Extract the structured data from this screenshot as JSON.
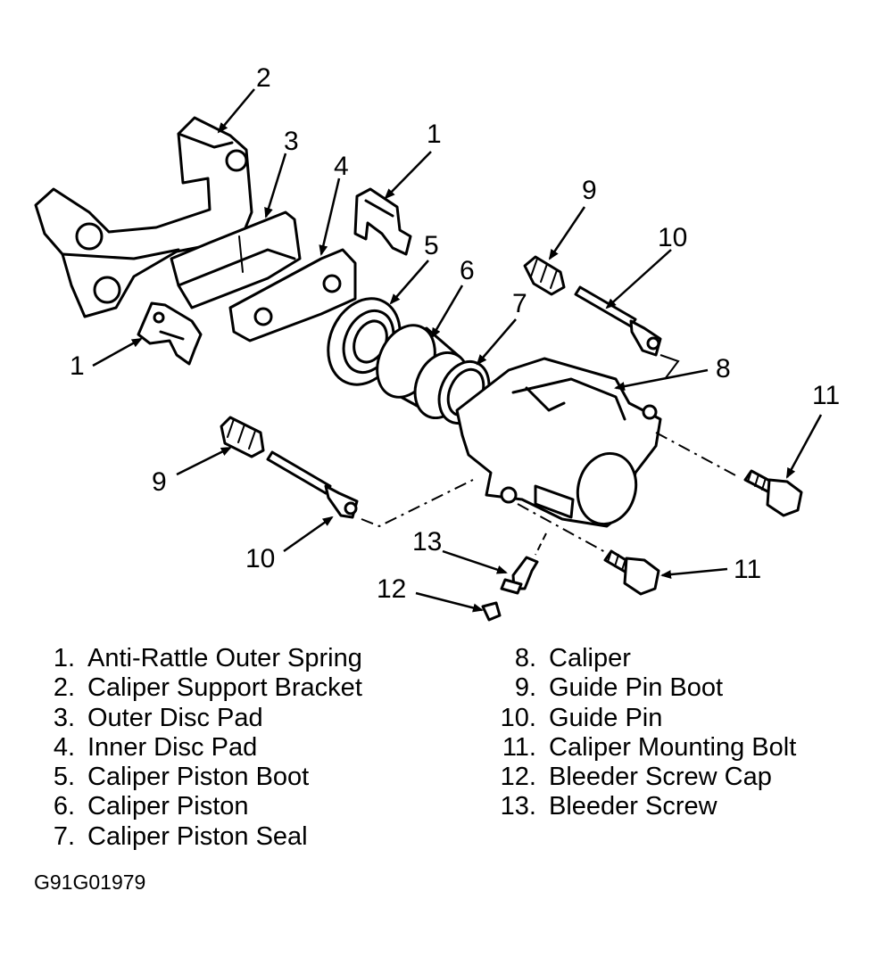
{
  "callouts": [
    "1",
    "2",
    "3",
    "4",
    "5",
    "6",
    "7",
    "8",
    "9",
    "10",
    "11",
    "12",
    "13"
  ],
  "legend_left": [
    {
      "num": "1.",
      "label": "Anti-Rattle Outer Spring"
    },
    {
      "num": "2.",
      "label": "Caliper Support Bracket"
    },
    {
      "num": "3.",
      "label": "Outer Disc Pad"
    },
    {
      "num": "4.",
      "label": "Inner Disc Pad"
    },
    {
      "num": "5.",
      "label": "Caliper Piston Boot"
    },
    {
      "num": "6.",
      "label": "Caliper Piston"
    },
    {
      "num": "7.",
      "label": "Caliper Piston Seal"
    }
  ],
  "legend_right": [
    {
      "num": "8.",
      "label": "Caliper"
    },
    {
      "num": "9.",
      "label": "Guide Pin Boot"
    },
    {
      "num": "10.",
      "label": "Guide Pin"
    },
    {
      "num": "11.",
      "label": "Caliper Mounting Bolt"
    },
    {
      "num": "12.",
      "label": "Bleeder Screw Cap"
    },
    {
      "num": "13.",
      "label": "Bleeder Screw"
    }
  ],
  "figure_code": "G91G01979"
}
